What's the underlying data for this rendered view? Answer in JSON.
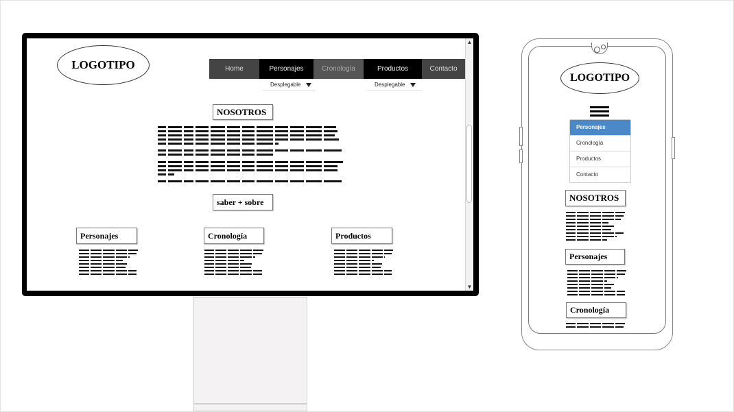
{
  "desktop": {
    "logo": "LOGOTIPO",
    "nav": [
      {
        "label": "Home"
      },
      {
        "label": "Personajes"
      },
      {
        "label": "Cronología"
      },
      {
        "label": "Productos"
      },
      {
        "label": "Contacto"
      }
    ],
    "dropdowns": [
      "Desplegable",
      "Desplegable"
    ],
    "nosotros_title": "NOSOTROS",
    "saber_button": "saber + sobre",
    "sections": [
      "Personajes",
      "Cronología",
      "Productos"
    ]
  },
  "mobile": {
    "logo": "LOGOTIPO",
    "menu": [
      "Personajes",
      "Cronología",
      "Productos",
      "Contacto"
    ],
    "sections": [
      "NOSOTROS",
      "Personajes",
      "Cronología"
    ]
  },
  "scroll": {
    "up_arrow": "▲",
    "down_arrow": "▼"
  }
}
